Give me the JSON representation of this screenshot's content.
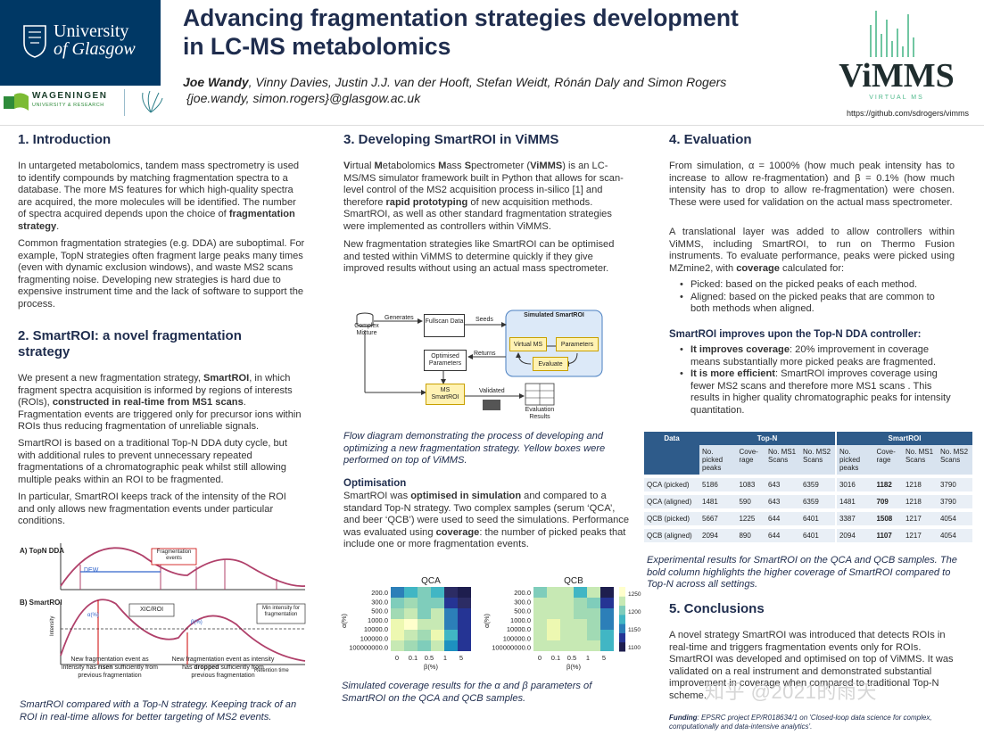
{
  "header": {
    "uog_line1": "University",
    "uog_line2": "of Glasgow",
    "wageningen_line1": "WAGENINGEN",
    "wageningen_line2": "UNIVERSITY & RESEARCH",
    "title_line1": "Advancing fragmentation strategies development",
    "title_line2": "in LC-MS metabolomics",
    "author_lead": "Joe Wandy",
    "authors_rest": ", Vinny Davies, Justin J.J. van der Hooft, Stefan Weidt, Rónán Daly and Simon Rogers",
    "emails": "{joe.wandy, simon.rogers}@glasgow.ac.uk",
    "vimms_logo": "ViMMS",
    "vimms_sub": "VIRTUAL MS",
    "github": "https://github.com/sdrogers/vimms"
  },
  "intro": {
    "heading": "1. Introduction",
    "p1": "In untargeted metabolomics, tandem mass spectrometry is used to identify compounds by matching fragmentation spectra to a database. The more MS features for which high-quality spectra are acquired, the more molecules will be identified. The number of spectra acquired depends upon the choice of ",
    "p1_bold": "fragmentation strategy",
    "p1_end": ".",
    "p2": "Common fragmentation strategies (e.g. DDA) are suboptimal. For example, TopN strategies often fragment large peaks many times (even with dynamic exclusion windows), and waste MS2 scans fragmenting noise. Developing new strategies is hard due to expensive instrument time and the lack of software to support the process."
  },
  "smartroi": {
    "heading_line1": "2. SmartROI: a novel fragmentation",
    "heading_line2": "strategy",
    "p1_a": "We present a new fragmentation strategy, ",
    "p1_b": "SmartROI",
    "p1_c": ", in which fragment spectra acquisition is informed by regions of interests (ROIs), ",
    "p1_d": "constructed in real-time from MS1 scans",
    "p1_e": ". Fragmentation events are triggered only for precursor ions within ROIs thus reducing fragmentation of unreliable signals.",
    "p2": "SmartROI is based on a traditional Top-N DDA duty cycle, but with additional rules to prevent unnecessary repeated fragmentations of a chromatographic peak whilst still allowing multiple peaks within an ROI to be fragmented.",
    "p3": "In particular, SmartROI keeps track of the intensity of the ROI and only allows new fragmentation events under particular conditions.",
    "fig": {
      "label_a": "A) TopN DDA",
      "label_b": "B) SmartROI",
      "dew": "DEW",
      "frag_events": "Fragmentation events",
      "xic_roi": "XIC/ROI",
      "min_int": "Min intensity for fragmentation",
      "intensity": "Intensity",
      "retention": "Retention time",
      "alpha": "α(%)",
      "beta": "β(%)",
      "note1_a": "New fragmentation event as intensity has ",
      "note1_b": "risen",
      "note1_c": " sufficiently from previous fragmentation",
      "note2_a": "New fragmentation event as intensity has ",
      "note2_b": "dropped",
      "note2_c": " sufficiently from previous fragmentation"
    },
    "caption": "SmartROI compared with a Top-N strategy. Keeping track of an ROI in real-time allows for better targeting of MS2 events."
  },
  "developing": {
    "heading": "3. Developing SmartROI in ViMMS",
    "p1_parts": [
      "V",
      "irtual ",
      "M",
      "etabolomics ",
      "M",
      "ass ",
      "S",
      "pectrometer (",
      "ViMMS",
      ") is an LC-MS/MS simulator framework built in Python that allows for scan-level control of the MS2 acquisition process in-silico [1] and therefore ",
      "rapid prototyping",
      " of new acquisition methods. SmartROI, as well as other standard fragmentation strategies were implemented as controllers within ViMMS."
    ],
    "p2": "New fragmentation strategies like SmartROI can be optimised and tested within ViMMS to determine quickly if they give improved results without using an actual mass spectrometer.",
    "flow": {
      "complex": "Complex Mixture",
      "generates": "Generates",
      "fullscan": "Fullscan Data",
      "seeds": "Seeds",
      "simulated": "Simulated SmartROI",
      "vms": "Virtual MS",
      "params": "Parameters",
      "evaluate": "Evaluate",
      "returns": "Returns",
      "optimised": "Optimised Parameters",
      "ms_smartroi": "MS SmartROI",
      "validated": "Validated",
      "eval_results": "Evaluation Results"
    },
    "flow_caption": "Flow diagram demonstrating the process of developing and optimizing a new fragmentation strategy. Yellow boxes were performed on top of ViMMS.",
    "opt_heading": "Optimisation",
    "opt_a": "SmartROI was ",
    "opt_b": "optimised in simulation",
    "opt_c": " and compared to a standard Top-N strategy. Two complex samples (serum ‘QCA’, and beer ‘QCB’) were used to seed the simulations. Performance was evaluated using ",
    "opt_d": "coverage",
    "opt_e": ": the number of picked peaks that include one or more fragmentation events.",
    "heat_caption": "Simulated coverage results for the α and β parameters of SmartROI on the QCA and QCB samples."
  },
  "heatmaps": [
    {
      "title": "QCA",
      "ylabel": "α(%)",
      "xlabel": "β(%)",
      "rows": [
        "200.0",
        "300.0",
        "500.0",
        "1000.0",
        "10000.0",
        "100000.0",
        "100000000.0"
      ],
      "cols": [
        "0",
        "0.1",
        "0.5",
        "1",
        "5"
      ],
      "colorbar_ticks": [],
      "cells": [
        [
          "#2c7fb8",
          "#41b6c4",
          "#7fcdbb",
          "#41b6c4",
          "#2c2c64",
          "#1e1e4e"
        ],
        [
          "#7fcdbb",
          "#a1dab4",
          "#7fcdbb",
          "#7fcdbb",
          "#253494",
          "#2c2c64"
        ],
        [
          "#a1dab4",
          "#c7e9b4",
          "#7fcdbb",
          "#c7e9b4",
          "#2c7fb8",
          "#253494"
        ],
        [
          "#edf8b1",
          "#ffffcc",
          "#c7e9b4",
          "#c7e9b4",
          "#2c7fb8",
          "#253494"
        ],
        [
          "#edf8b1",
          "#c7e9b4",
          "#a1dab4",
          "#edf8b1",
          "#41b6c4",
          "#253494"
        ],
        [
          "#c7e9b4",
          "#a1dab4",
          "#7fcdbb",
          "#c7e9b4",
          "#1d91c0",
          "#253494"
        ]
      ]
    },
    {
      "title": "QCB",
      "ylabel": "α(%)",
      "xlabel": "β(%)",
      "rows": [
        "200.0",
        "300.0",
        "500.0",
        "1000.0",
        "10000.0",
        "100000.0",
        "100000000.0"
      ],
      "cols": [
        "0",
        "0.1",
        "0.5",
        "1",
        "5"
      ],
      "colorbar_ticks": [
        "1250",
        "1200",
        "1150",
        "1100"
      ],
      "cells": [
        [
          "#7fcdbb",
          "#c7e9b4",
          "#c7e9b4",
          "#41b6c4",
          "#c7e9b4",
          "#1e1e4e"
        ],
        [
          "#c7e9b4",
          "#c7e9b4",
          "#c7e9b4",
          "#a1dab4",
          "#7fcdbb",
          "#253494"
        ],
        [
          "#c7e9b4",
          "#c7e9b4",
          "#c7e9b4",
          "#a1dab4",
          "#a1dab4",
          "#2c7fb8"
        ],
        [
          "#c7e9b4",
          "#edf8b1",
          "#c7e9b4",
          "#c7e9b4",
          "#a1dab4",
          "#2c7fb8"
        ],
        [
          "#c7e9b4",
          "#edf8b1",
          "#c7e9b4",
          "#c7e9b4",
          "#a1dab4",
          "#41b6c4"
        ],
        [
          "#c7e9b4",
          "#c7e9b4",
          "#c7e9b4",
          "#c7e9b4",
          "#c7e9b4",
          "#41b6c4"
        ]
      ]
    }
  ],
  "evaluation": {
    "heading": "4. Evaluation",
    "p1": "From simulation, α = 1000% (how much peak intensity has to increase to allow re-fragmentation) and β = 0.1% (how much intensity has to drop to allow re-fragmentation) were chosen. These were used for validation on the actual mass spectrometer.",
    "p2_a": "A translational layer was added to allow controllers within ViMMS, including SmartROI, to run on Thermo Fusion instruments. To evaluate performance, peaks were picked using MZmine2, with ",
    "p2_b": "coverage",
    "p2_c": " calculated for:",
    "bullets": [
      "Picked: based on the picked peaks of each method.",
      "Aligned: based on the picked peaks that are common to both methods when aligned."
    ],
    "improves_heading": "SmartROI improves upon the Top-N DDA controller:",
    "imp1_b": "It improves coverage",
    "imp1_c": ": 20% improvement in coverage means substantially more picked peaks are fragmented.",
    "imp2_b": "It is more efficient",
    "imp2_c": ": SmartROI improves coverage using fewer MS2 scans and therefore more MS1 scans . This results in higher quality chromatographic peaks for intensity quantitation."
  },
  "table": {
    "col_data": "Data",
    "group_topn": "Top-N",
    "group_smartroi": "SmartROI",
    "subheaders": [
      "No. picked peaks",
      "Cove-rage",
      "No. MS1 Scans",
      "No. MS2 Scans",
      "No. picked peaks",
      "Cove-rage",
      "No. MS1 Scans",
      "No. MS2 Scans"
    ],
    "rows": [
      {
        "label": "QCA (picked)",
        "vals": [
          "5186",
          "1083",
          "643",
          "6359",
          "3016",
          "1182",
          "1218",
          "3790"
        ]
      },
      {
        "label": "QCA (aligned)",
        "vals": [
          "1481",
          "590",
          "643",
          "6359",
          "1481",
          "709",
          "1218",
          "3790"
        ]
      },
      {
        "label": "QCB (picked)",
        "vals": [
          "5667",
          "1225",
          "644",
          "6401",
          "3387",
          "1508",
          "1217",
          "4054"
        ]
      },
      {
        "label": "QCB (aligned)",
        "vals": [
          "2094",
          "890",
          "644",
          "6401",
          "2094",
          "1107",
          "1217",
          "4054"
        ]
      }
    ],
    "caption": "Experimental results for SmartROI on the QCA and QCB samples. The bold column highlights the higher coverage of SmartROI compared to Top-N across all settings."
  },
  "conclusions": {
    "heading": "5. Conclusions",
    "p1": "A novel strategy SmartROI was introduced that detects ROIs in real-time and triggers fragmentation events only for ROIs. SmartROI was developed and optimised on top of ViMMS. It was validated on a real instrument and demonstrated substantial improvement in coverage when compared to traditional Top-N scheme.",
    "funding_label": "Funding",
    "funding_text": ": EPSRC project EP/R018634/1 on 'Closed-loop data science for complex, computationally and data-intensive analytics'.",
    "watermark": "知乎 @2021的雨天"
  },
  "colors": {
    "navy": "#1f2d4e",
    "uog_blue": "#003865",
    "yellow_box": "#fff2b3",
    "blue_box": "#dce9f8",
    "table_header": "#2e5b8a",
    "curve": "#b0406a",
    "vimms_green": "#4db88a"
  }
}
